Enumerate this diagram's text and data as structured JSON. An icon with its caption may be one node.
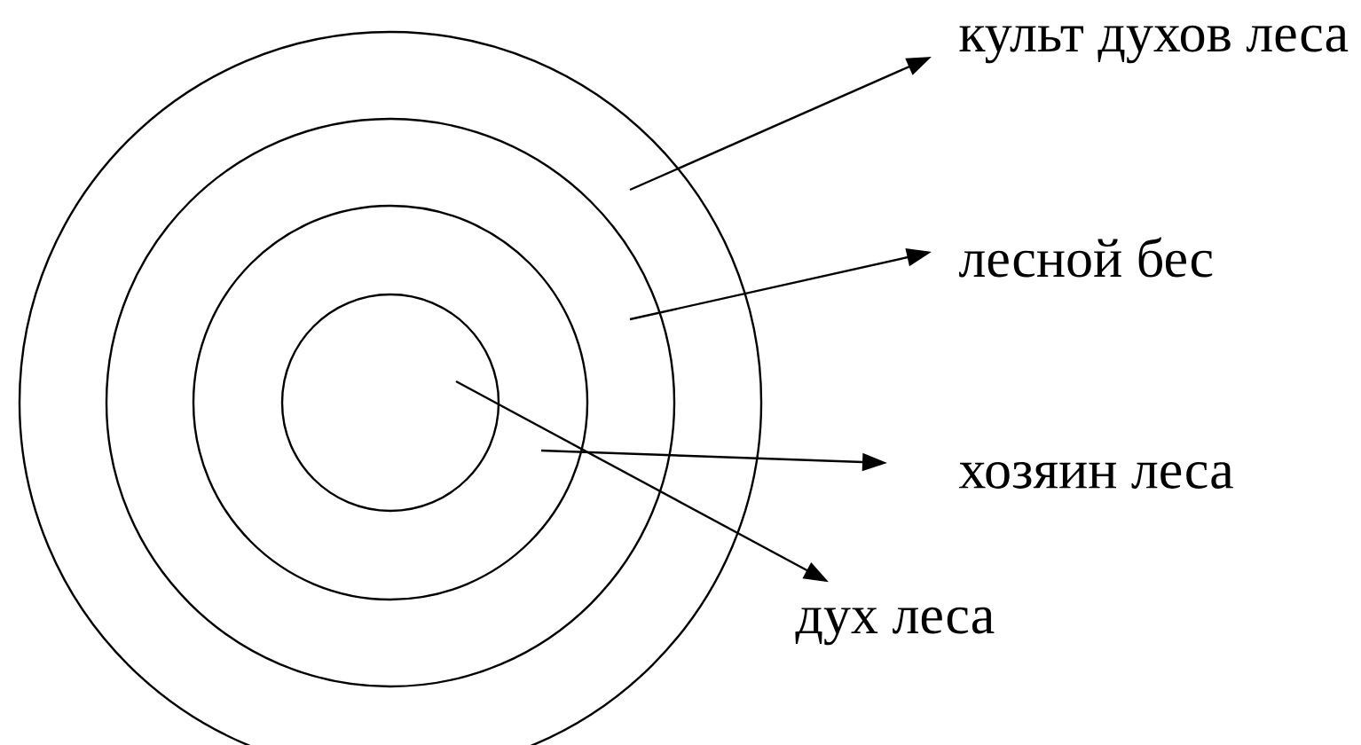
{
  "diagram": {
    "nodes": [
      {
        "text": [],
        "shape": "circle"
      },
      {
        "text": [],
        "shape": "circle",
        "in": 0
      },
      {
        "text": [],
        "shape": "circle",
        "in": 1
      },
      {
        "text": [],
        "shape": "circle",
        "in": 2
      },
      {
        "text": [
          "культ духов леса"
        ]
      },
      {
        "text": [
          "лесной бес"
        ]
      },
      {
        "text": [
          "хозяин леса"
        ]
      },
      {
        "text": [
          "дух леса"
        ]
      }
    ],
    "edges": [
      {
        "from": 0,
        "to": 4,
        "arrow": "to"
      },
      {
        "from": 1,
        "to": 5,
        "arrow": "to"
      },
      {
        "from": 2,
        "to": 6,
        "arrow": "to"
      },
      {
        "from": 3,
        "to": 7,
        "arrow": "to"
      }
    ]
  }
}
